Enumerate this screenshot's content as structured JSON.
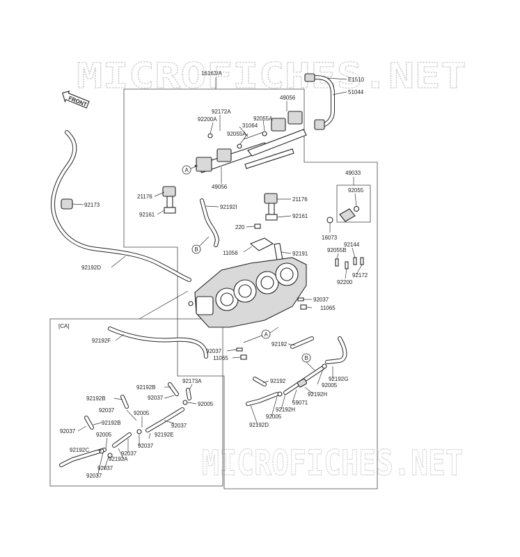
{
  "watermark": "MICROFICHES.NET",
  "front_label": "FRONT",
  "labels": {
    "l16163a": "16163/A",
    "le1510": "E1510",
    "l51044": "51044",
    "l49056_top": "49056",
    "l92172a_top": "92172A",
    "l92200a": "92200A",
    "l92055a_1": "92055A",
    "l31064": "31064",
    "l92055a_2": "92055A",
    "l49056_bot": "49056",
    "l49033": "49033",
    "l92055": "92055",
    "l16073": "16073",
    "l92173": "92173",
    "l21176_left": "21176",
    "l92192i": "92192I",
    "l92161_left": "92161",
    "l21176_right": "21176",
    "l92161_right": "92161",
    "l220": "220",
    "l11056": "11056",
    "l92191": "92191",
    "l92055b": "92055B",
    "l92144": "92144",
    "l92200": "92200",
    "l92172": "92172",
    "l92192d_left": "92192D",
    "l92037_r": "92037",
    "l11065_r": "11065",
    "l92037_c": "92037",
    "l11065_c": "11065",
    "l92192_a": "92192",
    "l92192_b": "92192",
    "l92192g": "92192G",
    "l92005_r": "92005",
    "l92192h_1": "92192H",
    "l59071": "59071",
    "l92192h_2": "92192H",
    "l92005_b": "92005",
    "l92192d_bot": "92192D",
    "l_ca": "[CA]",
    "l92192f": "92192F",
    "l92192b_1": "92192B",
    "l92173a": "92173A",
    "l92192b_2": "92192B",
    "l92037_ca1": "92037",
    "l92005_ca1": "92005",
    "l92037_ca2": "92037",
    "l92005_ca2": "92005",
    "l92037_ca3": "92037",
    "l92192b_3": "92192B",
    "l92037_ca4": "92037",
    "l92005_ca3": "92005",
    "l92192e": "92192E",
    "l92037_ca5": "92037",
    "l92192c": "92192C",
    "l92037_ca6": "92037",
    "l92192a": "92192A",
    "l92037_ca7": "92037",
    "l92037_ca8": "92037",
    "callout_a": "A",
    "callout_b": "B"
  },
  "colors": {
    "line": "#222222",
    "watermark": "#c8c8c8",
    "part_fill": "#d9d9d9"
  }
}
